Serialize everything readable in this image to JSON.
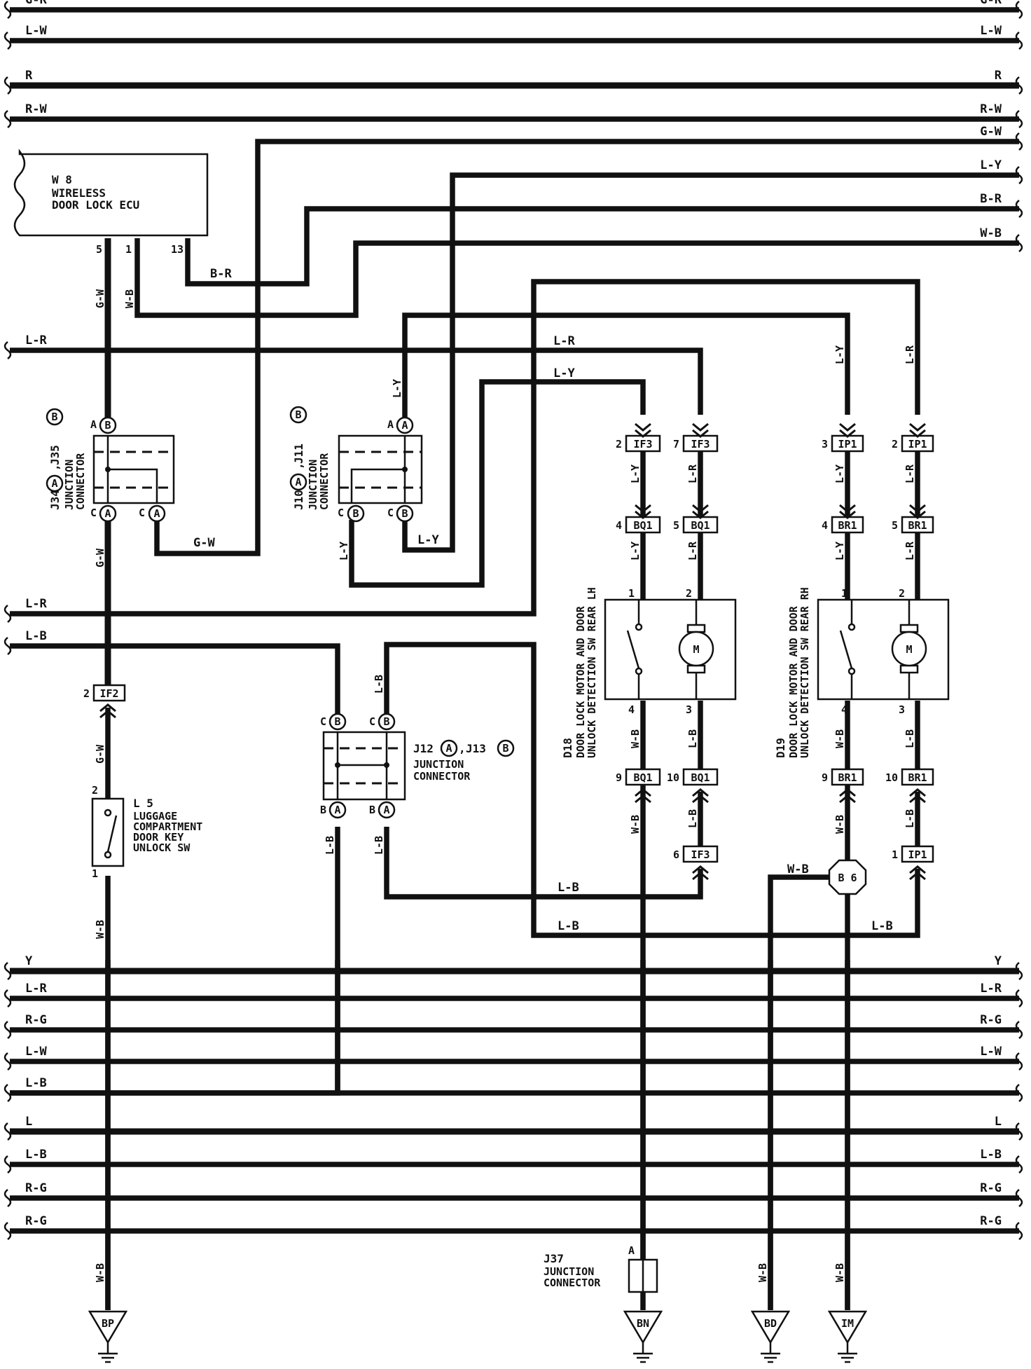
{
  "buses_top": [
    {
      "code": "G-R",
      "code_right": "G-R"
    },
    {
      "code": "L-W",
      "code_right": "L-W"
    },
    {
      "code": "R",
      "code_right": "R"
    },
    {
      "code": "R-W",
      "code_right": "R-W"
    }
  ],
  "wires_right": [
    "G-W",
    "L-Y",
    "B-R",
    "W-B"
  ],
  "buses_bottom": [
    {
      "code": "Y",
      "code_right": "Y"
    },
    {
      "code": "L-R",
      "code_right": "L-R"
    },
    {
      "code": "R-G",
      "code_right": "R-G"
    },
    {
      "code": "L-W",
      "code_right": "L-W"
    },
    {
      "code": "L-B",
      "code_right": ""
    },
    {
      "code": "L",
      "code_right": "L"
    },
    {
      "code": "L-B",
      "code_right": "L-B"
    },
    {
      "code": "R-G",
      "code_right": "R-G"
    },
    {
      "code": "R-G",
      "code_right": "R-G"
    }
  ],
  "left_wires": {
    "lr": "L-R",
    "lr2": "L-R",
    "lb": "L-B"
  },
  "ecu": {
    "code": "W 8",
    "name_line1": "WIRELESS",
    "name_line2": "DOOR LOCK ECU",
    "pins": [
      "5",
      "1",
      "13"
    ]
  },
  "j34": {
    "title": "J34",
    "letter_a": "A",
    "sep": ",",
    "title2": "J35",
    "letter_b": "B",
    "label1": "JUNCTION",
    "label2": "CONNECTOR"
  },
  "j10": {
    "title": "J10",
    "letter_a": "A",
    "sep": ",",
    "title2": "J11",
    "letter_b": "B",
    "label1": "JUNCTION",
    "label2": "CONNECTOR"
  },
  "j12": {
    "title": "J12",
    "letter_a": "A",
    "sep": ",",
    "title2": "J13",
    "letter_b": "B",
    "label1": "JUNCTION",
    "label2": "CONNECTOR"
  },
  "j37": {
    "pin": "A",
    "label1": "J37",
    "label2": "JUNCTION",
    "label3": "CONNECTOR"
  },
  "l5": {
    "code": "L 5",
    "lines": [
      "LUGGAGE",
      "COMPARTMENT",
      "DOOR KEY",
      "UNLOCK SW"
    ],
    "pin_top": "2",
    "pin_bottom": "1"
  },
  "d18": {
    "code": "D18",
    "line1": "DOOR LOCK MOTOR AND DOOR",
    "line2": "UNLOCK DETECTION SW REAR LH",
    "pins": [
      "1",
      "2",
      "4",
      "3"
    ]
  },
  "d19": {
    "code": "D19",
    "line1": "DOOR LOCK MOTOR AND DOOR",
    "line2": "UNLOCK DETECTION SW REAR RH",
    "pins": [
      "1",
      "2",
      "4",
      "3"
    ]
  },
  "motor_symbol": "M",
  "pin_letters": {
    "a": "A",
    "b": "B",
    "c": "C"
  },
  "connectors": {
    "if2": {
      "pin": "2",
      "name": "IF2"
    },
    "if3_a": {
      "pin": "2",
      "name": "IF3"
    },
    "if3_b": {
      "pin": "7",
      "name": "IF3"
    },
    "ip1_a": {
      "pin": "3",
      "name": "IP1"
    },
    "ip1_b": {
      "pin": "2",
      "name": "IP1"
    },
    "bq1_a": {
      "pin": "4",
      "name": "BQ1"
    },
    "bq1_b": {
      "pin": "5",
      "name": "BQ1"
    },
    "br1_a": {
      "pin": "4",
      "name": "BR1"
    },
    "br1_b": {
      "pin": "5",
      "name": "BR1"
    },
    "bq1_c": {
      "pin": "9",
      "name": "BQ1"
    },
    "bq1_d": {
      "pin": "10",
      "name": "BQ1"
    },
    "br1_c": {
      "pin": "9",
      "name": "BR1"
    },
    "br1_d": {
      "pin": "10",
      "name": "BR1"
    },
    "if3_c": {
      "pin": "6",
      "name": "IF3"
    },
    "ip1_c": {
      "pin": "1",
      "name": "IP1"
    }
  },
  "splice": {
    "name": "B 6"
  },
  "grounds": [
    "BP",
    "BN",
    "BD",
    "IM"
  ],
  "wire_labels": {
    "gw_ecu": "G-W",
    "wb_ecu": "W-B",
    "br_ecu": "B-R",
    "gw_j34": "G-W",
    "gw_mid": "G-W",
    "gw_l5": "G-W",
    "wb_l5": "W-B",
    "wb_bp": "W-B",
    "ly_j10": "L-Y",
    "ly_j10b": "L-Y",
    "ly_j10c": "L-Y",
    "lr_top": "L-R",
    "ly_top": "L-Y",
    "ly_if3": "L-Y",
    "lr_if3": "L-R",
    "ly_bq1": "L-Y",
    "lr_bq1": "L-R",
    "wb_d18": "W-B",
    "lb_d18": "L-B",
    "wb_bn": "W-B",
    "lb_if3": "L-B",
    "ly_r1": "L-Y",
    "lr_r1": "L-R",
    "ly_ip1": "L-Y",
    "lr_ip1": "L-R",
    "ly_br1": "L-Y",
    "lr_br1": "L-R",
    "wb_d19": "W-B",
    "lb_d19": "L-B",
    "wb_b6": "W-B",
    "lb_ip1": "L-B",
    "wb_bd": "W-B",
    "wb_im": "W-B",
    "lb_j12a": "L-B",
    "lb_j12b": "L-B",
    "lb_j12c": "L-B",
    "lb_low1": "L-B",
    "lb_low2": "L-B",
    "lb_low3": "L-B"
  },
  "colors": {
    "ink": "#111111",
    "paper": "#ffffff"
  }
}
